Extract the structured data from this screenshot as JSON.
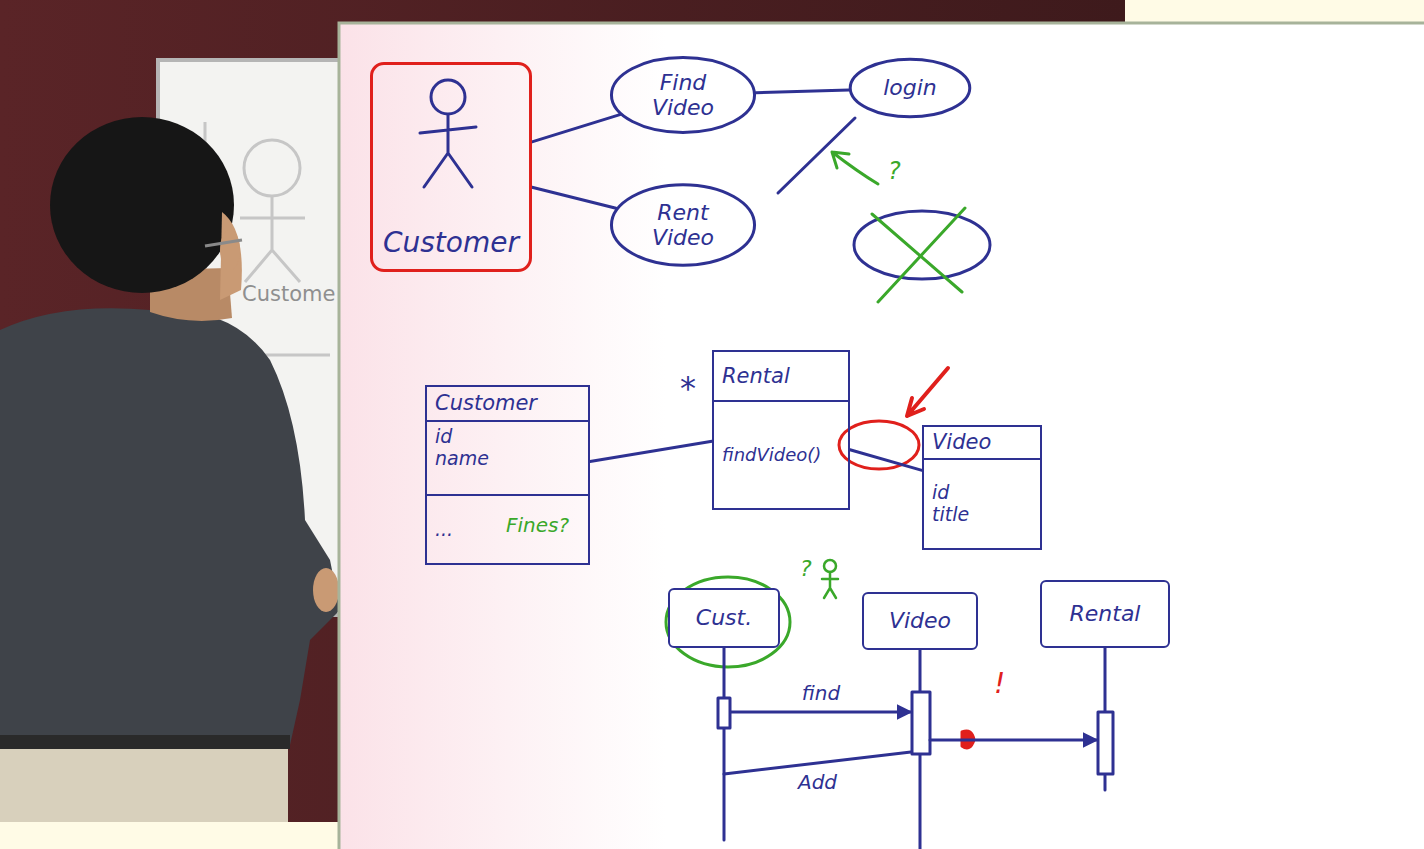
{
  "diagram": {
    "nodes": [
      {
        "text": [
          "Customer"
        ]
      },
      {
        "text": [
          "Find Video"
        ]
      },
      {
        "text": [
          "Rent Video"
        ]
      },
      {
        "text": [
          "login"
        ]
      },
      {
        "text": [
          "Customer",
          "id name",
          "..."
        ]
      },
      {
        "text": [
          "Rental",
          "findVideo()"
        ]
      },
      {
        "text": [
          "Video",
          "id title"
        ]
      },
      {
        "text": [
          "Cust."
        ]
      },
      {
        "text": [
          "Video"
        ]
      },
      {
        "text": [
          "Rental"
        ]
      }
    ],
    "edges": [
      {
        "from": 0,
        "to": 1,
        "arrow": "none"
      },
      {
        "from": 0,
        "to": 2,
        "arrow": "none"
      },
      {
        "from": 1,
        "to": 3,
        "arrow": "none"
      },
      {
        "from": 4,
        "to": 5,
        "arrow": "none"
      },
      {
        "from": 5,
        "to": 6,
        "arrow": "none"
      },
      {
        "from": 7,
        "to": 8,
        "label": "find",
        "arrow": "to"
      },
      {
        "from": 8,
        "to": 9,
        "arrow": "to"
      },
      {
        "from": 7,
        "to": 8,
        "label": "Add",
        "arrow": "none"
      }
    ],
    "labels": [
      "Custome",
      "?",
      "*",
      "Fines?",
      "?",
      "!"
    ]
  }
}
